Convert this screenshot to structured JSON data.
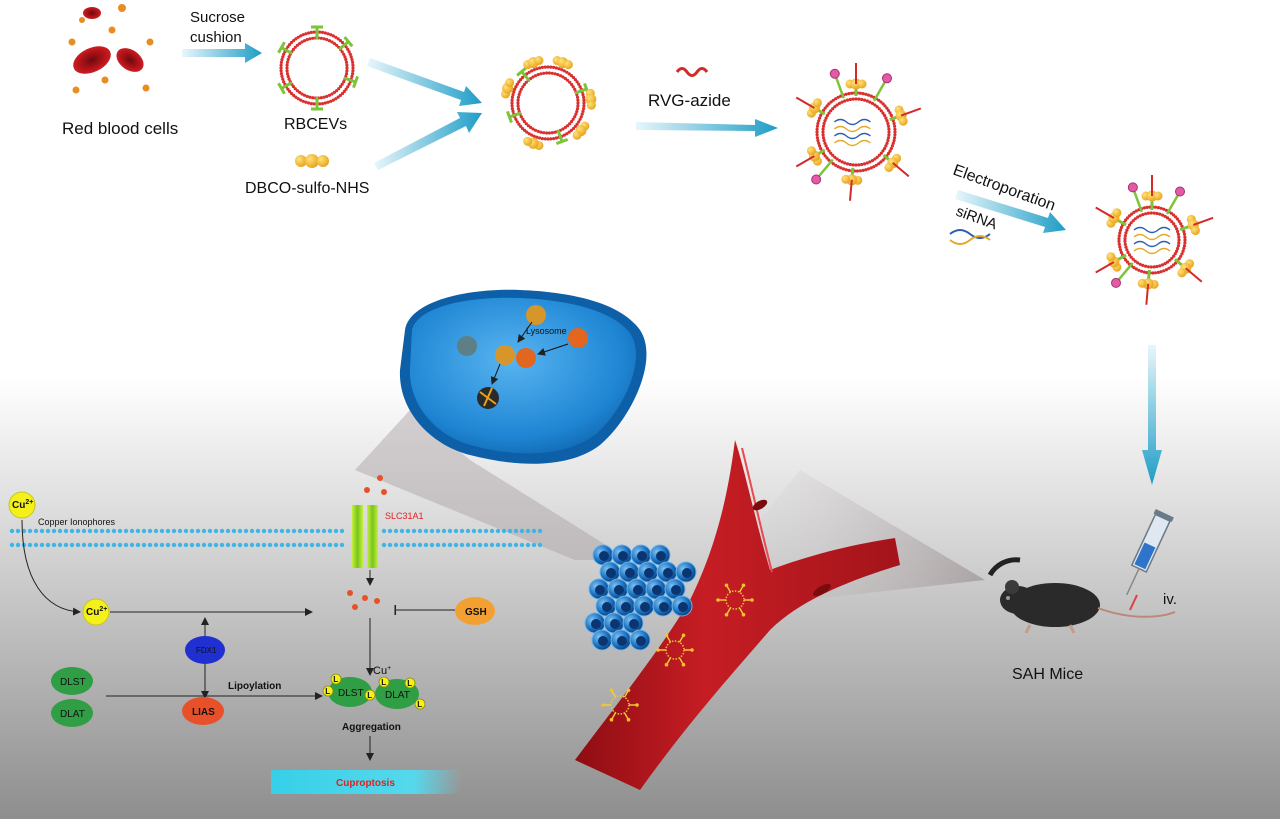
{
  "top_labels": {
    "red_blood_cells": "Red blood cells",
    "sucrose_cushion_line1": "Sucrose",
    "sucrose_cushion_line2": "cushion",
    "rbcevs": "RBCEVs",
    "dbco": "DBCO-sulfo-NHS",
    "rvg_azide": "RVG-azide",
    "electroporation": "Electroporation",
    "sirna": "siRNA",
    "sah_mice": "SAH Mice",
    "iv": "iv."
  },
  "cell_labels": {
    "lysosome": "Lysosome"
  },
  "pathway_labels": {
    "cu2_ion": "Cu",
    "cu2_sup": "2+",
    "copper_ionophores": "Copper Ionophores",
    "slc31a1": "SLC31A1",
    "gsh": "GSH",
    "fdx1": "FDX1",
    "dlst": "DLST",
    "dlat": "DLAT",
    "lias": "LIAS",
    "lipoylation": "Lipoylation",
    "cu_plus": "Cu",
    "cu_plus_sup": "+",
    "lipoyl_tag": "L",
    "aggregation": "Aggregation",
    "cuproptosis": "Cuproptosis"
  },
  "colors": {
    "arrow_blue": "#2aa6c9",
    "rbc_red": "#b8141a",
    "orange_dot": "#e98c22",
    "vessel_red": "#c41a21",
    "cell_blue": "#1f86d4",
    "cu_yellow": "#f3f01a",
    "protein_green": "#2f9e44",
    "lias_red": "#e8502a",
    "fdx1_blue": "#1f2fd0",
    "gsh_orange": "#f3a033",
    "cuproptosis_bar": "#5ad6ea",
    "membrane_blue": "#3fb5e6"
  }
}
